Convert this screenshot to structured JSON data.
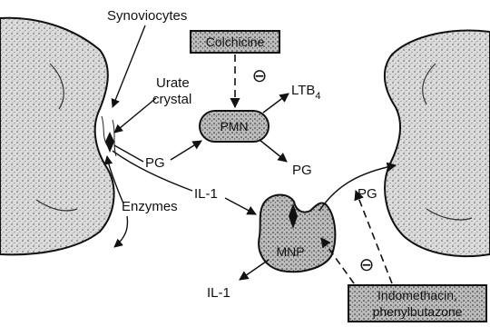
{
  "labels": {
    "synoviocytes": "Synoviocytes",
    "urate": "Urate",
    "crystal": "crystal",
    "colchicine": "Colchicine",
    "minus_symbol": "⊖",
    "ltb4_main": "LTB",
    "ltb4_sub": "4",
    "pmn": "PMN",
    "pg_left": "PG",
    "pg_mid": "PG",
    "pg_right": "PG",
    "il1_mid": "IL-1",
    "il1_bottom": "IL-1",
    "enzymes": "Enzymes",
    "mnp": "MNP",
    "indomethacin": "Indomethacin,",
    "phenylbutazone": "phenylbutazone"
  },
  "colors": {
    "bone_fill": "#d8d8d8",
    "box_fill": "#cfcfcf",
    "ink": "#111111"
  }
}
